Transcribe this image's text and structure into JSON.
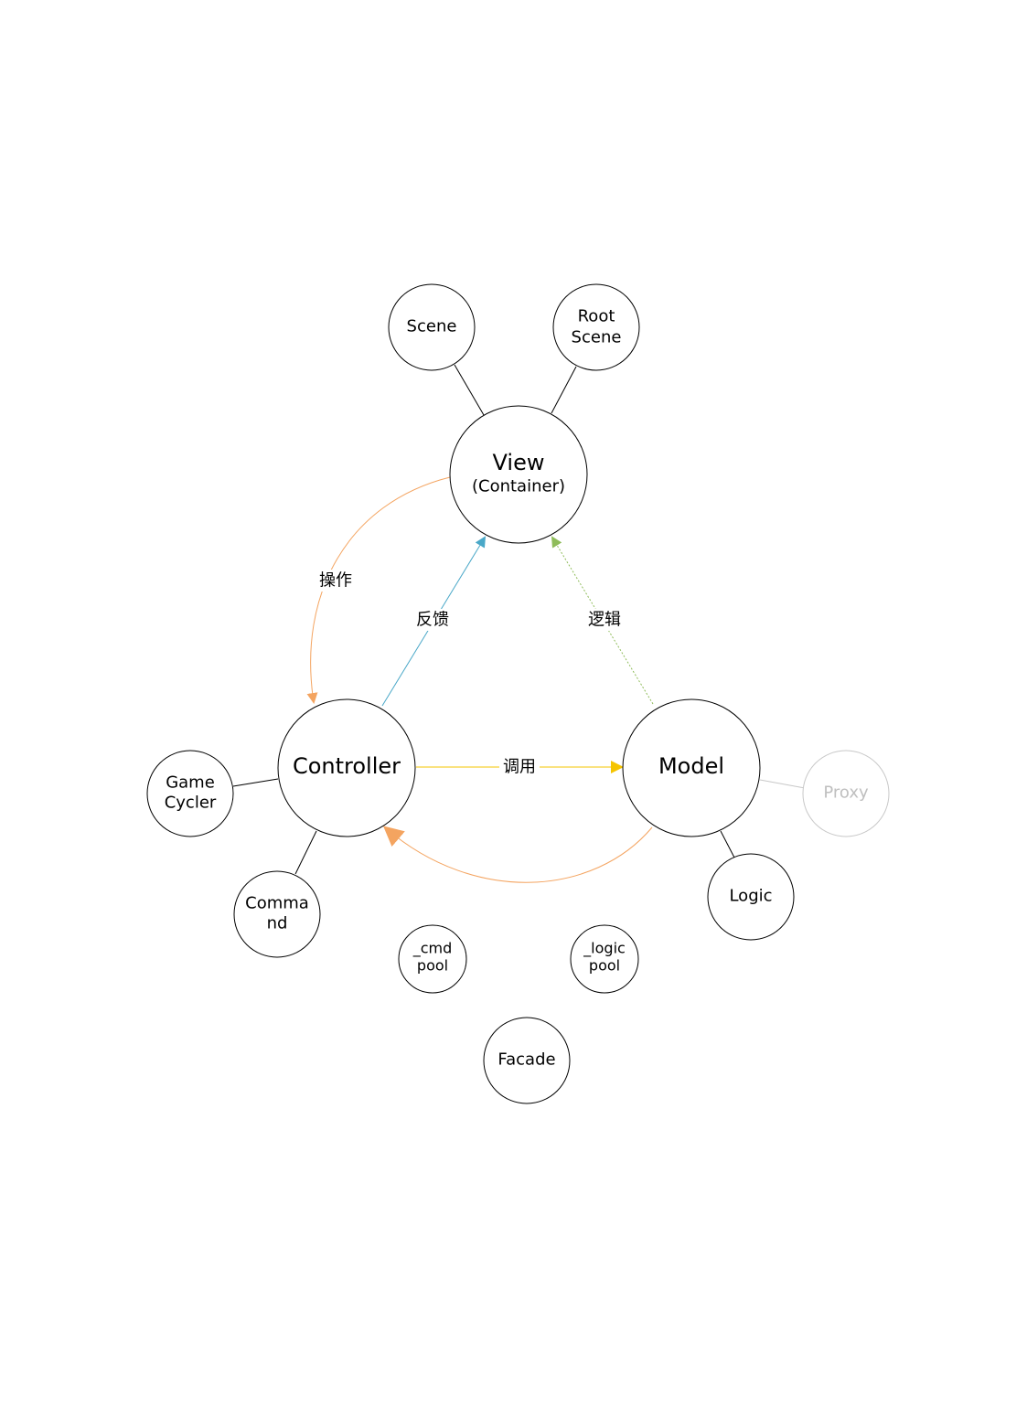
{
  "nodes": {
    "view": {
      "title": "View",
      "subtitle": "(Container)"
    },
    "controller": {
      "title": "Controller"
    },
    "model": {
      "title": "Model"
    },
    "scene": {
      "title": "Scene"
    },
    "root_scene": {
      "line1": "Root",
      "line2": "Scene"
    },
    "game_cycler": {
      "line1": "Game",
      "line2": "Cycler"
    },
    "command": {
      "line1": "Comma",
      "line2": "nd"
    },
    "proxy": {
      "title": "Proxy"
    },
    "logic": {
      "title": "Logic"
    },
    "cmd_pool": {
      "line1": "_cmd",
      "line2": "pool"
    },
    "logic_pool": {
      "line1": "_logic",
      "line2": "pool"
    },
    "facade": {
      "title": "Facade"
    }
  },
  "edges": {
    "operate": {
      "label": "操作",
      "color": "#f4a460"
    },
    "feedback": {
      "label": "反馈",
      "color": "#4aa8c8"
    },
    "logic": {
      "label": "逻辑",
      "color": "#8fbc5a"
    },
    "invoke": {
      "label": "调用",
      "color": "#f5c400"
    },
    "model_to_controller": {
      "color": "#f4a460"
    }
  }
}
